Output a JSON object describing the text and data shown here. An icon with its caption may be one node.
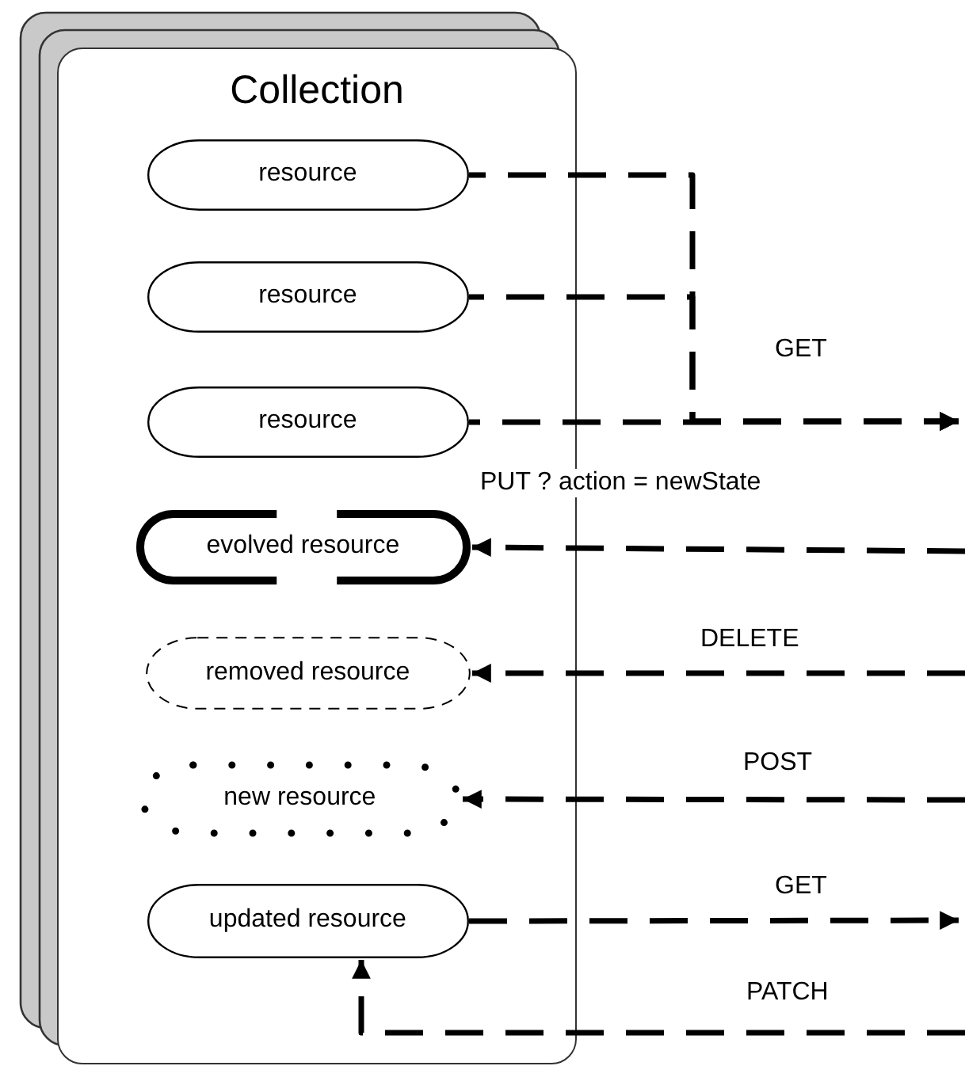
{
  "diagram": {
    "nodes": [
      {
        "text": [
          "Collection"
        ]
      },
      {
        "text": [
          "resource"
        ],
        "in": 0
      },
      {
        "text": [
          "resource"
        ],
        "in": 0
      },
      {
        "text": [
          "resource"
        ],
        "in": 0
      },
      {
        "text": [
          "evolved resource"
        ],
        "in": 0
      },
      {
        "text": [
          "removed resource"
        ],
        "in": 0
      },
      {
        "text": [
          "new resource"
        ],
        "in": 0
      },
      {
        "text": [
          "updated resource"
        ],
        "in": 0
      }
    ],
    "edges": [
      {
        "from": 1,
        "to": null,
        "arrow": "to",
        "style": "dashed",
        "label": "GET"
      },
      {
        "from": 2,
        "to": null,
        "arrow": "to",
        "style": "dashed"
      },
      {
        "from": 3,
        "to": null,
        "arrow": "to",
        "style": "dashed"
      },
      {
        "from": null,
        "to": 4,
        "arrow": "to",
        "style": "dashed",
        "label": "PUT ? action = newState"
      },
      {
        "from": null,
        "to": 5,
        "arrow": "to",
        "style": "dashed",
        "label": "DELETE"
      },
      {
        "from": null,
        "to": 6,
        "arrow": "to",
        "style": "dashed",
        "label": "POST"
      },
      {
        "from": 7,
        "to": null,
        "arrow": "to",
        "style": "dashed",
        "label": "GET"
      },
      {
        "from": null,
        "to": 7,
        "arrow": "to",
        "style": "dashed",
        "label": "PATCH"
      }
    ]
  }
}
